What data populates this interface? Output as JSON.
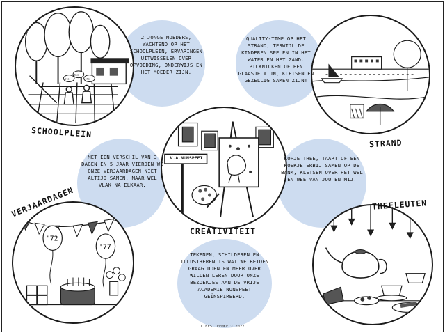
{
  "panels": {
    "schoolplein": {
      "label": "Schoolplein",
      "text": "2 jonge moeders, wachtend op het schoolplein, ervaringen uitwisselen over opvoeding, onderwijs en het moeder zijn.",
      "speech": [
        "bla",
        "bla",
        "bla"
      ]
    },
    "strand": {
      "label": "Strand",
      "text": "Quality-time op het strand, terwijl de kinderen spelen in het water en het zand. Picknicken of een glaasje wijn, kletsen en gezellig samen zijn!"
    },
    "creativiteit": {
      "label": "Creativiteit",
      "sign": "V.A.NUNSPEET",
      "text": "Tekenen, schilderen en illustreren is wat we beiden graag doen en meer over willen leren door onze bezoekjes aan de Vrije Academie Nunspeet geïnspireerd."
    },
    "verjaardagen": {
      "label": "Verjaardagen",
      "text": "Met een verschil van 3 dagen en 5 jaar vierden we onze verjaardagen niet altijd samen, maar wel vlak na elkaar.",
      "balloon_1": "'72",
      "balloon_2": "'77"
    },
    "theeleuten": {
      "label": "Theeleuten",
      "text": "Kopje thee, taart of een koekje erbij samen op de bank, kletsen over het wel en wee van jou en mij."
    }
  },
  "footer": "Liefs, Femke ♡ 2022"
}
